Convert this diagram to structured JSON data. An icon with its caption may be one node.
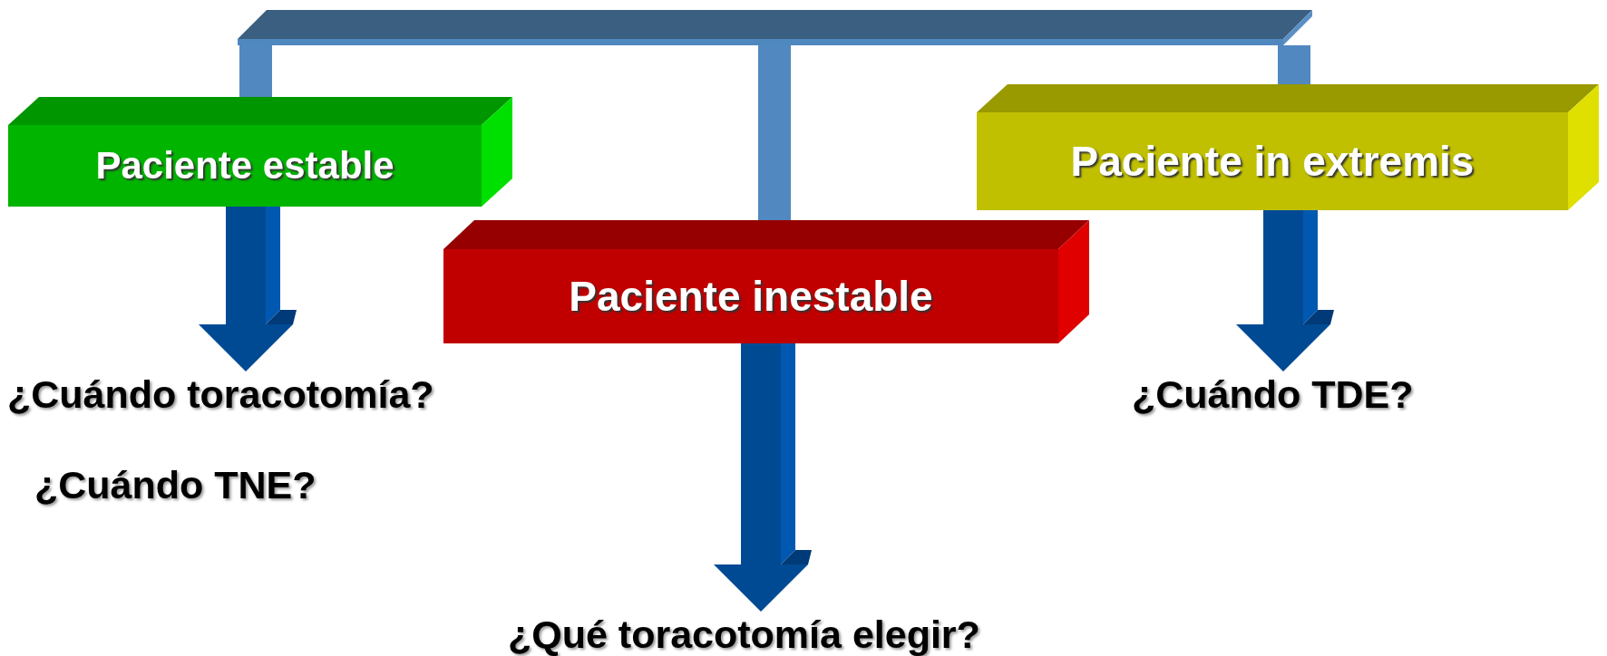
{
  "diagram": {
    "nodes": [
      {
        "text": [],
        "shape": "bar"
      },
      {
        "text": [
          "Paciente estable"
        ]
      },
      {
        "text": [
          "Paciente inestable"
        ]
      },
      {
        "text": [
          "Paciente in extremis"
        ]
      },
      {
        "text": [
          "¿Cuándo toracotomía?",
          "¿Cuándo TNE?"
        ]
      },
      {
        "text": [
          "¿Qué toracotomía elegir?"
        ]
      },
      {
        "text": [
          "¿Cuándo TDE?"
        ]
      }
    ],
    "edges": [
      {
        "from": 0,
        "to": 1,
        "arrow": "none"
      },
      {
        "from": 0,
        "to": 2,
        "arrow": "none"
      },
      {
        "from": 0,
        "to": 3,
        "arrow": "none"
      },
      {
        "from": 1,
        "to": 4,
        "arrow": "to"
      },
      {
        "from": 2,
        "to": 5,
        "arrow": "to"
      },
      {
        "from": 3,
        "to": 6,
        "arrow": "to"
      }
    ]
  }
}
